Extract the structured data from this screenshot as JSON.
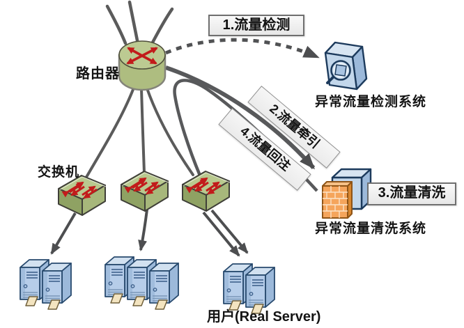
{
  "labels": {
    "router": "路由器",
    "switch": "交换机",
    "detection_system": "异常流量检测系统",
    "cleaning_system": "异常流量清洗系统",
    "users": "用户(Real Server)"
  },
  "steps": {
    "detect": "1.流量检测",
    "divert": "2.流量牵引",
    "clean": "3.流量清洗",
    "reinject": "4.流量回注"
  },
  "colors": {
    "line_gray": "#58595b",
    "router_green": "#aebd80",
    "switch_green": "#b9c98f",
    "device_blue": "#c3d7eb",
    "firewall_orange": "#f5a55c",
    "arrow_red": "#c21b1b",
    "label_box_bg": "#f2f2f2",
    "label_box_border": "#6f6f6f"
  }
}
